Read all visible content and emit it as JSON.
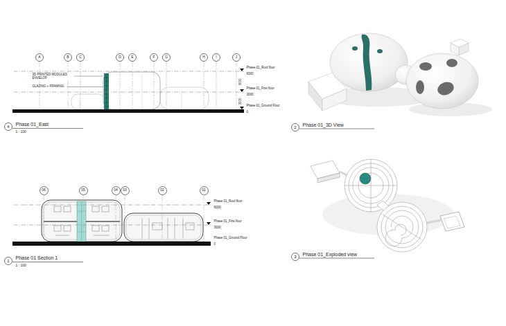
{
  "diagram": {
    "nodes": [
      {
        "text": [
          "A"
        ]
      },
      {
        "text": [
          "B"
        ]
      },
      {
        "text": [
          "C"
        ]
      },
      {
        "text": [
          "D"
        ]
      },
      {
        "text": [
          "E"
        ]
      },
      {
        "text": [
          "F"
        ]
      },
      {
        "text": [
          "G"
        ]
      },
      {
        "text": [
          "H"
        ]
      },
      {
        "text": [
          "I"
        ]
      },
      {
        "text": [
          "J"
        ]
      },
      {
        "text": [
          "4"
        ]
      },
      {
        "text": [
          "2"
        ]
      },
      {
        "text": [
          "06"
        ]
      },
      {
        "text": [
          "05"
        ]
      },
      {
        "text": [
          "04"
        ]
      },
      {
        "text": [
          "03"
        ]
      },
      {
        "text": [
          "02"
        ]
      },
      {
        "text": [
          "01"
        ]
      },
      {
        "text": [
          "1"
        ]
      },
      {
        "text": [
          "3"
        ]
      }
    ],
    "labels": [
      "3D PRINTED MODULES ENVELOP",
      "GLAZING + FRAMING",
      "Phase 01_Roof floor",
      "6000",
      "Phase 01_First floor",
      "3000",
      "Phase 01_Ground Floor",
      "0",
      "3000",
      "3000",
      "Phase 01_East",
      "1 : 100",
      "Phase 01_3D View",
      "Phase 01_Roof floor",
      "6000",
      "Phase 01_First floor",
      "3000",
      "Phase 01_Ground Floor",
      "0",
      "Phase 01 Section 1",
      "1 : 100",
      "Phase 01_Exploded view"
    ]
  }
}
